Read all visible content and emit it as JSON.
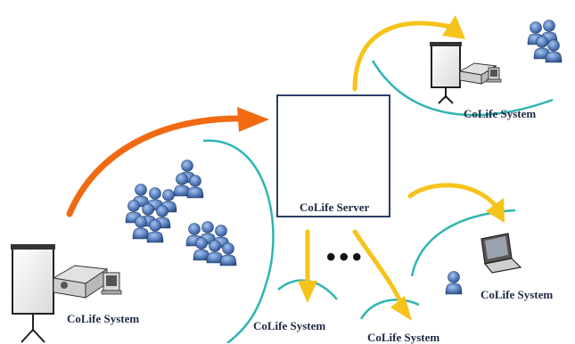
{
  "server": {
    "label": "CoLife Server",
    "icon": "server-rack-icon"
  },
  "systems": [
    {
      "label": "CoLife System"
    },
    {
      "label": "CoLife System"
    },
    {
      "label": "CoLife System"
    },
    {
      "label": "CoLife System"
    },
    {
      "label": "CoLife System"
    }
  ],
  "ellipsis": "•••",
  "colors": {
    "arrow_main": "#f06a12",
    "arrow_secondary": "#f6c31a",
    "wave": "#2fb5b2",
    "user": "#4a6fa5",
    "box_border": "#2b3f66"
  }
}
